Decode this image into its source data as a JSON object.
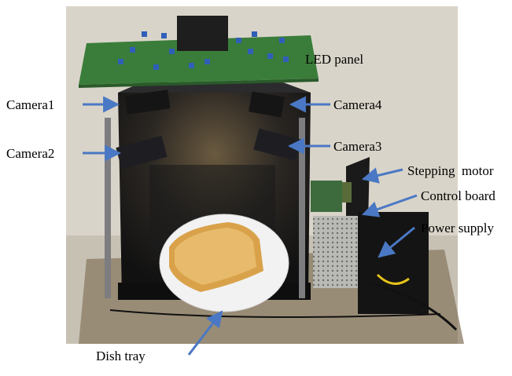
{
  "labels": {
    "led_panel": "LED panel",
    "camera1": "Camera1",
    "camera2": "Camera2",
    "camera3": "Camera3",
    "camera4": "Camera4",
    "stepping_motor": "Stepping  motor",
    "control_board": "Control board",
    "power_supply": "Power supply",
    "dish_tray": "Dish tray"
  },
  "colors": {
    "arrow": "#4a78c4",
    "wall": "#d9d4c9",
    "chamber": "#1c1c1e",
    "pcb": "#3a7d3a",
    "toast": "#d9a24a",
    "plate": "#f2f2f2",
    "psu": "#b9b9b5"
  }
}
